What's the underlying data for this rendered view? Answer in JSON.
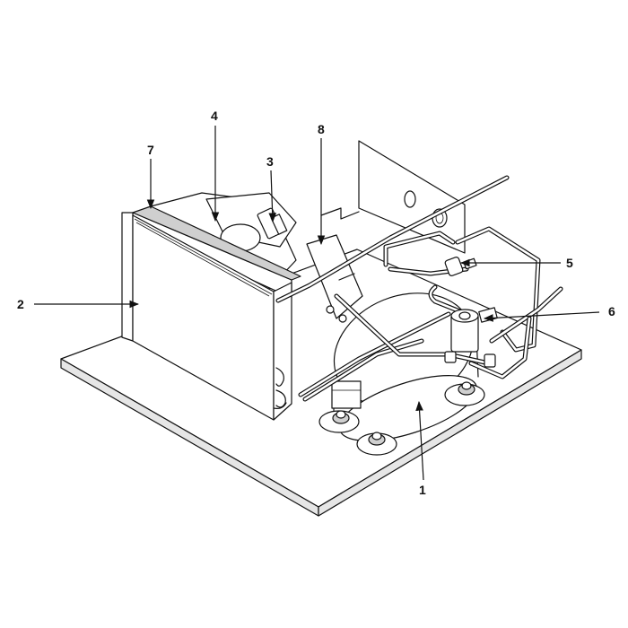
{
  "callouts": [
    {
      "id": "1",
      "label": "1"
    },
    {
      "id": "2",
      "label": "2"
    },
    {
      "id": "3",
      "label": "3"
    },
    {
      "id": "4",
      "label": "4"
    },
    {
      "id": "5",
      "label": "5"
    },
    {
      "id": "6",
      "label": "6"
    },
    {
      "id": "7",
      "label": "7"
    },
    {
      "id": "8",
      "label": "8"
    }
  ],
  "colors": {
    "line": "#111111",
    "background": "#ffffff"
  }
}
